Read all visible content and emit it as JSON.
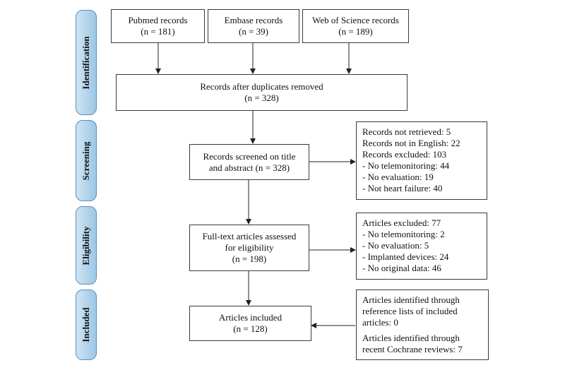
{
  "phases": [
    "Identification",
    "Screening",
    "Eligibility",
    "Included"
  ],
  "sources": {
    "pubmed": [
      "Pubmed records",
      "(n = 181)"
    ],
    "embase": [
      "Embase records",
      "(n = 39)"
    ],
    "wos": [
      "Web of Science records",
      "(n = 189)"
    ]
  },
  "duplicates_removed": [
    "Records after duplicates removed",
    "(n = 328)"
  ],
  "screened": [
    "Records screened on title",
    "and abstract  (n = 328)"
  ],
  "screening_exclusions": [
    "Records not retrieved: 5",
    "Records not in English: 22",
    "Records excluded: 103",
    "- No telemonitoring: 44",
    "- No evaluation: 19",
    "- Not heart failure: 40"
  ],
  "full_text": [
    "Full-text articles assessed",
    "for eligibility",
    "(n = 198)"
  ],
  "eligibility_exclusions": [
    "Articles excluded: 77",
    "- No telemonitoring: 2",
    "- No evaluation: 5",
    "- Implanted  devices: 24",
    "- No original data: 46"
  ],
  "included": [
    "Articles included",
    "(n = 128)"
  ],
  "additional_sources": [
    "Articles identified through",
    "reference lists of included",
    "articles: 0",
    "Articles identified through",
    "recent Cochrane reviews: 7"
  ]
}
